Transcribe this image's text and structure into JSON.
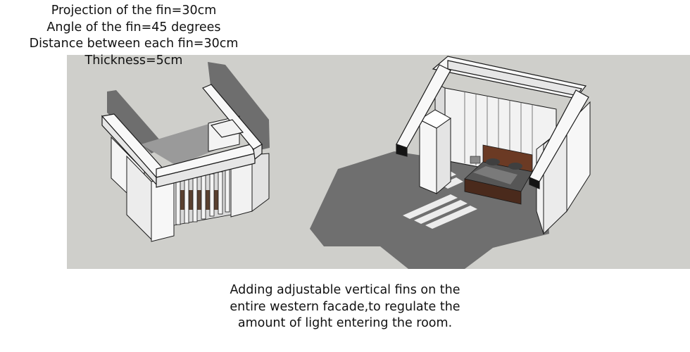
{
  "specs": {
    "projection": "Projection of the fin=30cm",
    "angle": "Angle of the fin=45 degrees",
    "distance": "Distance between each fin=30cm",
    "thickness": "Thickness=5cm"
  },
  "caption": {
    "line1": "Adding adjustable vertical fins on the",
    "line2": "entire western facade,to regulate the",
    "line3": "amount of light entering the room."
  },
  "colors": {
    "ground": "#cfcfcb",
    "shadow": "#6f6f6f",
    "wall_white": "#f7f7f7",
    "wall_shade": "#e3e3e3",
    "edge": "#1a1a1a",
    "bed_wood": "#6b3a24",
    "bedding": "#4a4a4a"
  }
}
